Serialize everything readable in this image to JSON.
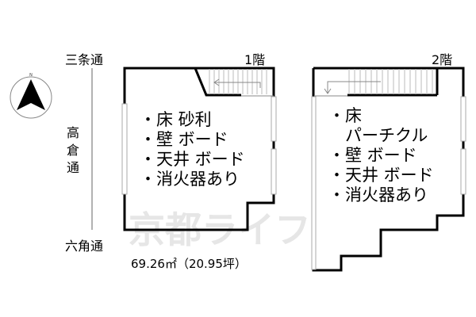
{
  "streets": {
    "north": "三条通",
    "west": "高倉通",
    "south": "六角通"
  },
  "compass": {
    "label": "N"
  },
  "watermark": "京都ライフ",
  "floor1": {
    "label": "1階",
    "items": [
      "・床 砂利",
      "・壁 ボード",
      "・天井 ボード",
      "・消火器あり"
    ]
  },
  "floor2": {
    "label": "2階",
    "items": [
      "・床",
      "　パーチクル",
      "・壁 ボード",
      "・天井 ボード",
      "・消火器あり"
    ]
  },
  "area": "69.26㎡（20.95坪）"
}
